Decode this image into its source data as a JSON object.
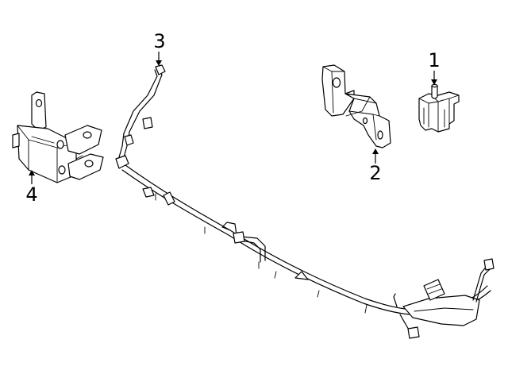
{
  "callouts": [
    {
      "label": "1",
      "part": "sensor"
    },
    {
      "label": "2",
      "part": "bracket"
    },
    {
      "label": "3",
      "part": "wiring-harness"
    },
    {
      "label": "4",
      "part": "control-module"
    }
  ]
}
